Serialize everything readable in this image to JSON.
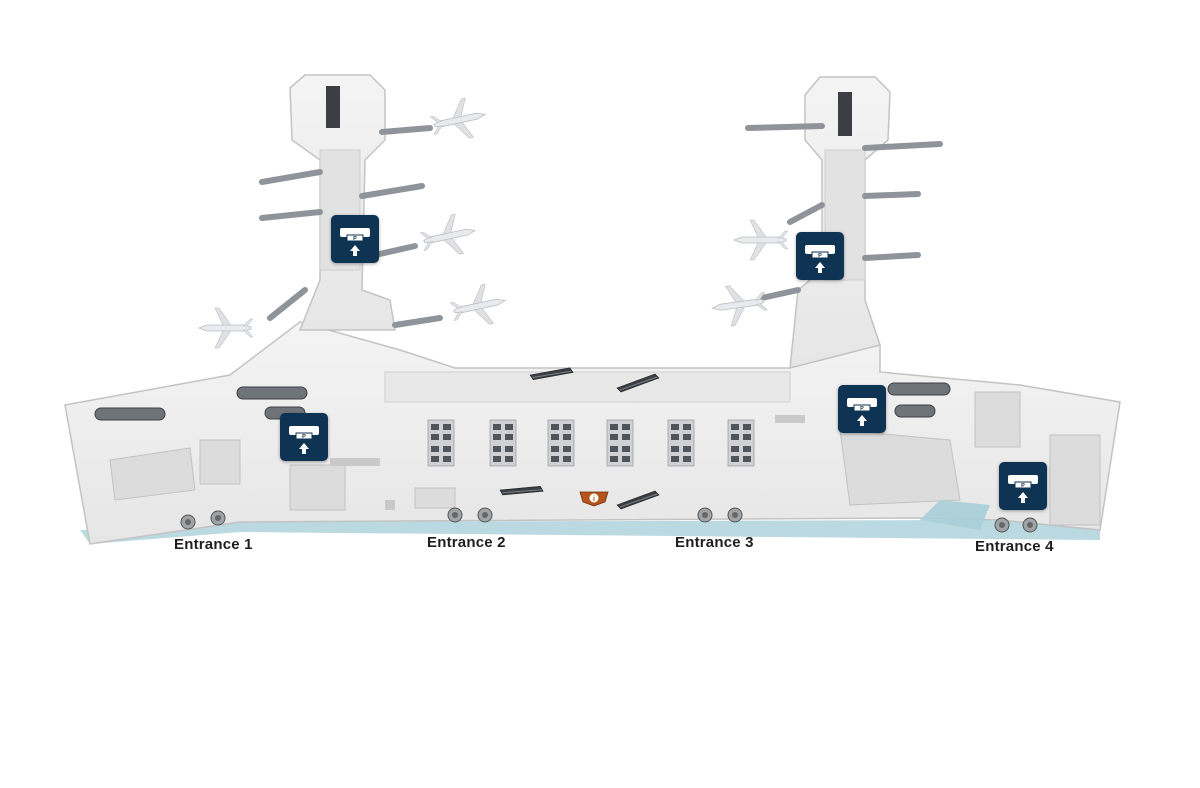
{
  "map": {
    "entrances": [
      {
        "id": "entrance-1",
        "label": "Entrance 1"
      },
      {
        "id": "entrance-2",
        "label": "Entrance 2"
      },
      {
        "id": "entrance-3",
        "label": "Entrance 3"
      },
      {
        "id": "entrance-4",
        "label": "Entrance 4"
      }
    ],
    "parking_markers": [
      {
        "id": "parking-1",
        "icon": "parking-ticket-machine-icon",
        "glyph": "P"
      },
      {
        "id": "parking-2",
        "icon": "parking-ticket-machine-icon",
        "glyph": "P"
      },
      {
        "id": "parking-3",
        "icon": "parking-ticket-machine-icon",
        "glyph": "P"
      },
      {
        "id": "parking-4",
        "icon": "parking-ticket-machine-icon",
        "glyph": "P"
      },
      {
        "id": "parking-5",
        "icon": "parking-ticket-machine-icon",
        "glyph": "P"
      }
    ],
    "info_point": {
      "icon": "information-icon",
      "glyph": "i"
    },
    "colors": {
      "marker_background": "#0f3352",
      "floor": "#eeeeee",
      "walls": "#d7d7d7",
      "glass": "#a9cfd8",
      "info_badge": "#b5541c"
    }
  }
}
